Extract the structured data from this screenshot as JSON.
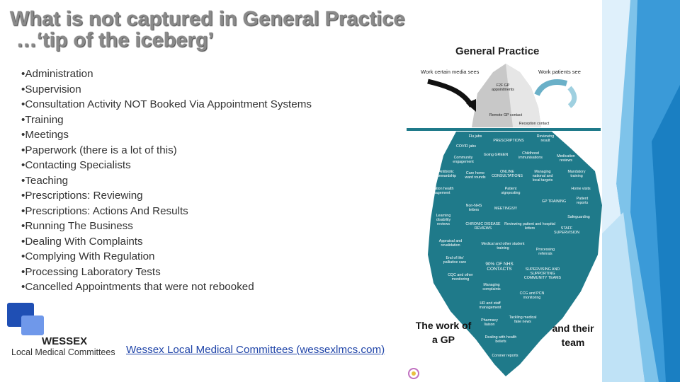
{
  "title": {
    "line1": "What is not captured in General Practice",
    "line2": "…‘tip of the iceberg’"
  },
  "items": [
    "Administration",
    "Supervision",
    "Consultation Activity NOT Booked Via Appointment Systems",
    "Training",
    "Meetings",
    "Paperwork (there is a lot of this)",
    "Contacting Specialists",
    "Teaching",
    "Prescriptions: Reviewing",
    "Prescriptions: Actions And Results",
    "Running The Business",
    "Dealing With Complaints",
    "Complying With Regulation",
    "Processing Laboratory Tests",
    "Cancelled Appointments that were not rebooked"
  ],
  "logo": {
    "name": "WESSEX",
    "subtitle": "Local Medical Committees"
  },
  "link": {
    "text": "Wessex Local Medical Committees (wessexlmcs.com)"
  },
  "iceberg": {
    "title": "General Practice",
    "left_caption": "Work certain media sees",
    "right_caption": "Work patients see",
    "tip": [
      "F2F GP",
      "appointments",
      "Remote GP contact",
      "Reception contact"
    ],
    "labels": [
      "Flu jabs",
      "PRESCRIPTIONS",
      "Reviewing result",
      "COVID jabs",
      "Community engagement",
      "Going GREEN",
      "Childhood immunisations",
      "Medication reviews",
      "Antibiotic stewardship",
      "Care home ward rounds",
      "ONLINE CONSULTATIONS",
      "Managing national and local targets",
      "Mandatory training",
      "Population health management",
      "Patient signposting",
      "Home visits",
      "Non-NHS letters",
      "MEETINGS!!!",
      "GP TRAINING",
      "Patient reports",
      "Learning disability reviews",
      "Safeguarding",
      "CHRONIC DISEASE REVIEWS",
      "Reviewing patient and hospital letters",
      "STAFF SUPERVISION",
      "Appraisal and revalidation",
      "Medical and other student training",
      "Processing referrals",
      "End of life/ palliative care",
      "90% OF NHS CONTACTS",
      "CQC and other monitoring",
      "SUPERVISING AND SUPPORTING COMMUNITY TEAMS",
      "Managing complaints",
      "CCG and PCN monitoring",
      "HR and staff management",
      "Pharmacy liaison",
      "Tackling medical fake news",
      "Dealing with health beliefs",
      "Coroner reports"
    ],
    "bottom_left": [
      "The work of",
      "a GP"
    ],
    "bottom_right": [
      "and their",
      "team"
    ]
  },
  "colors": {
    "iceberg": "#1f7a8a",
    "accent_blue": "#1f4fb4",
    "title_gray": "#8a8a8a"
  }
}
